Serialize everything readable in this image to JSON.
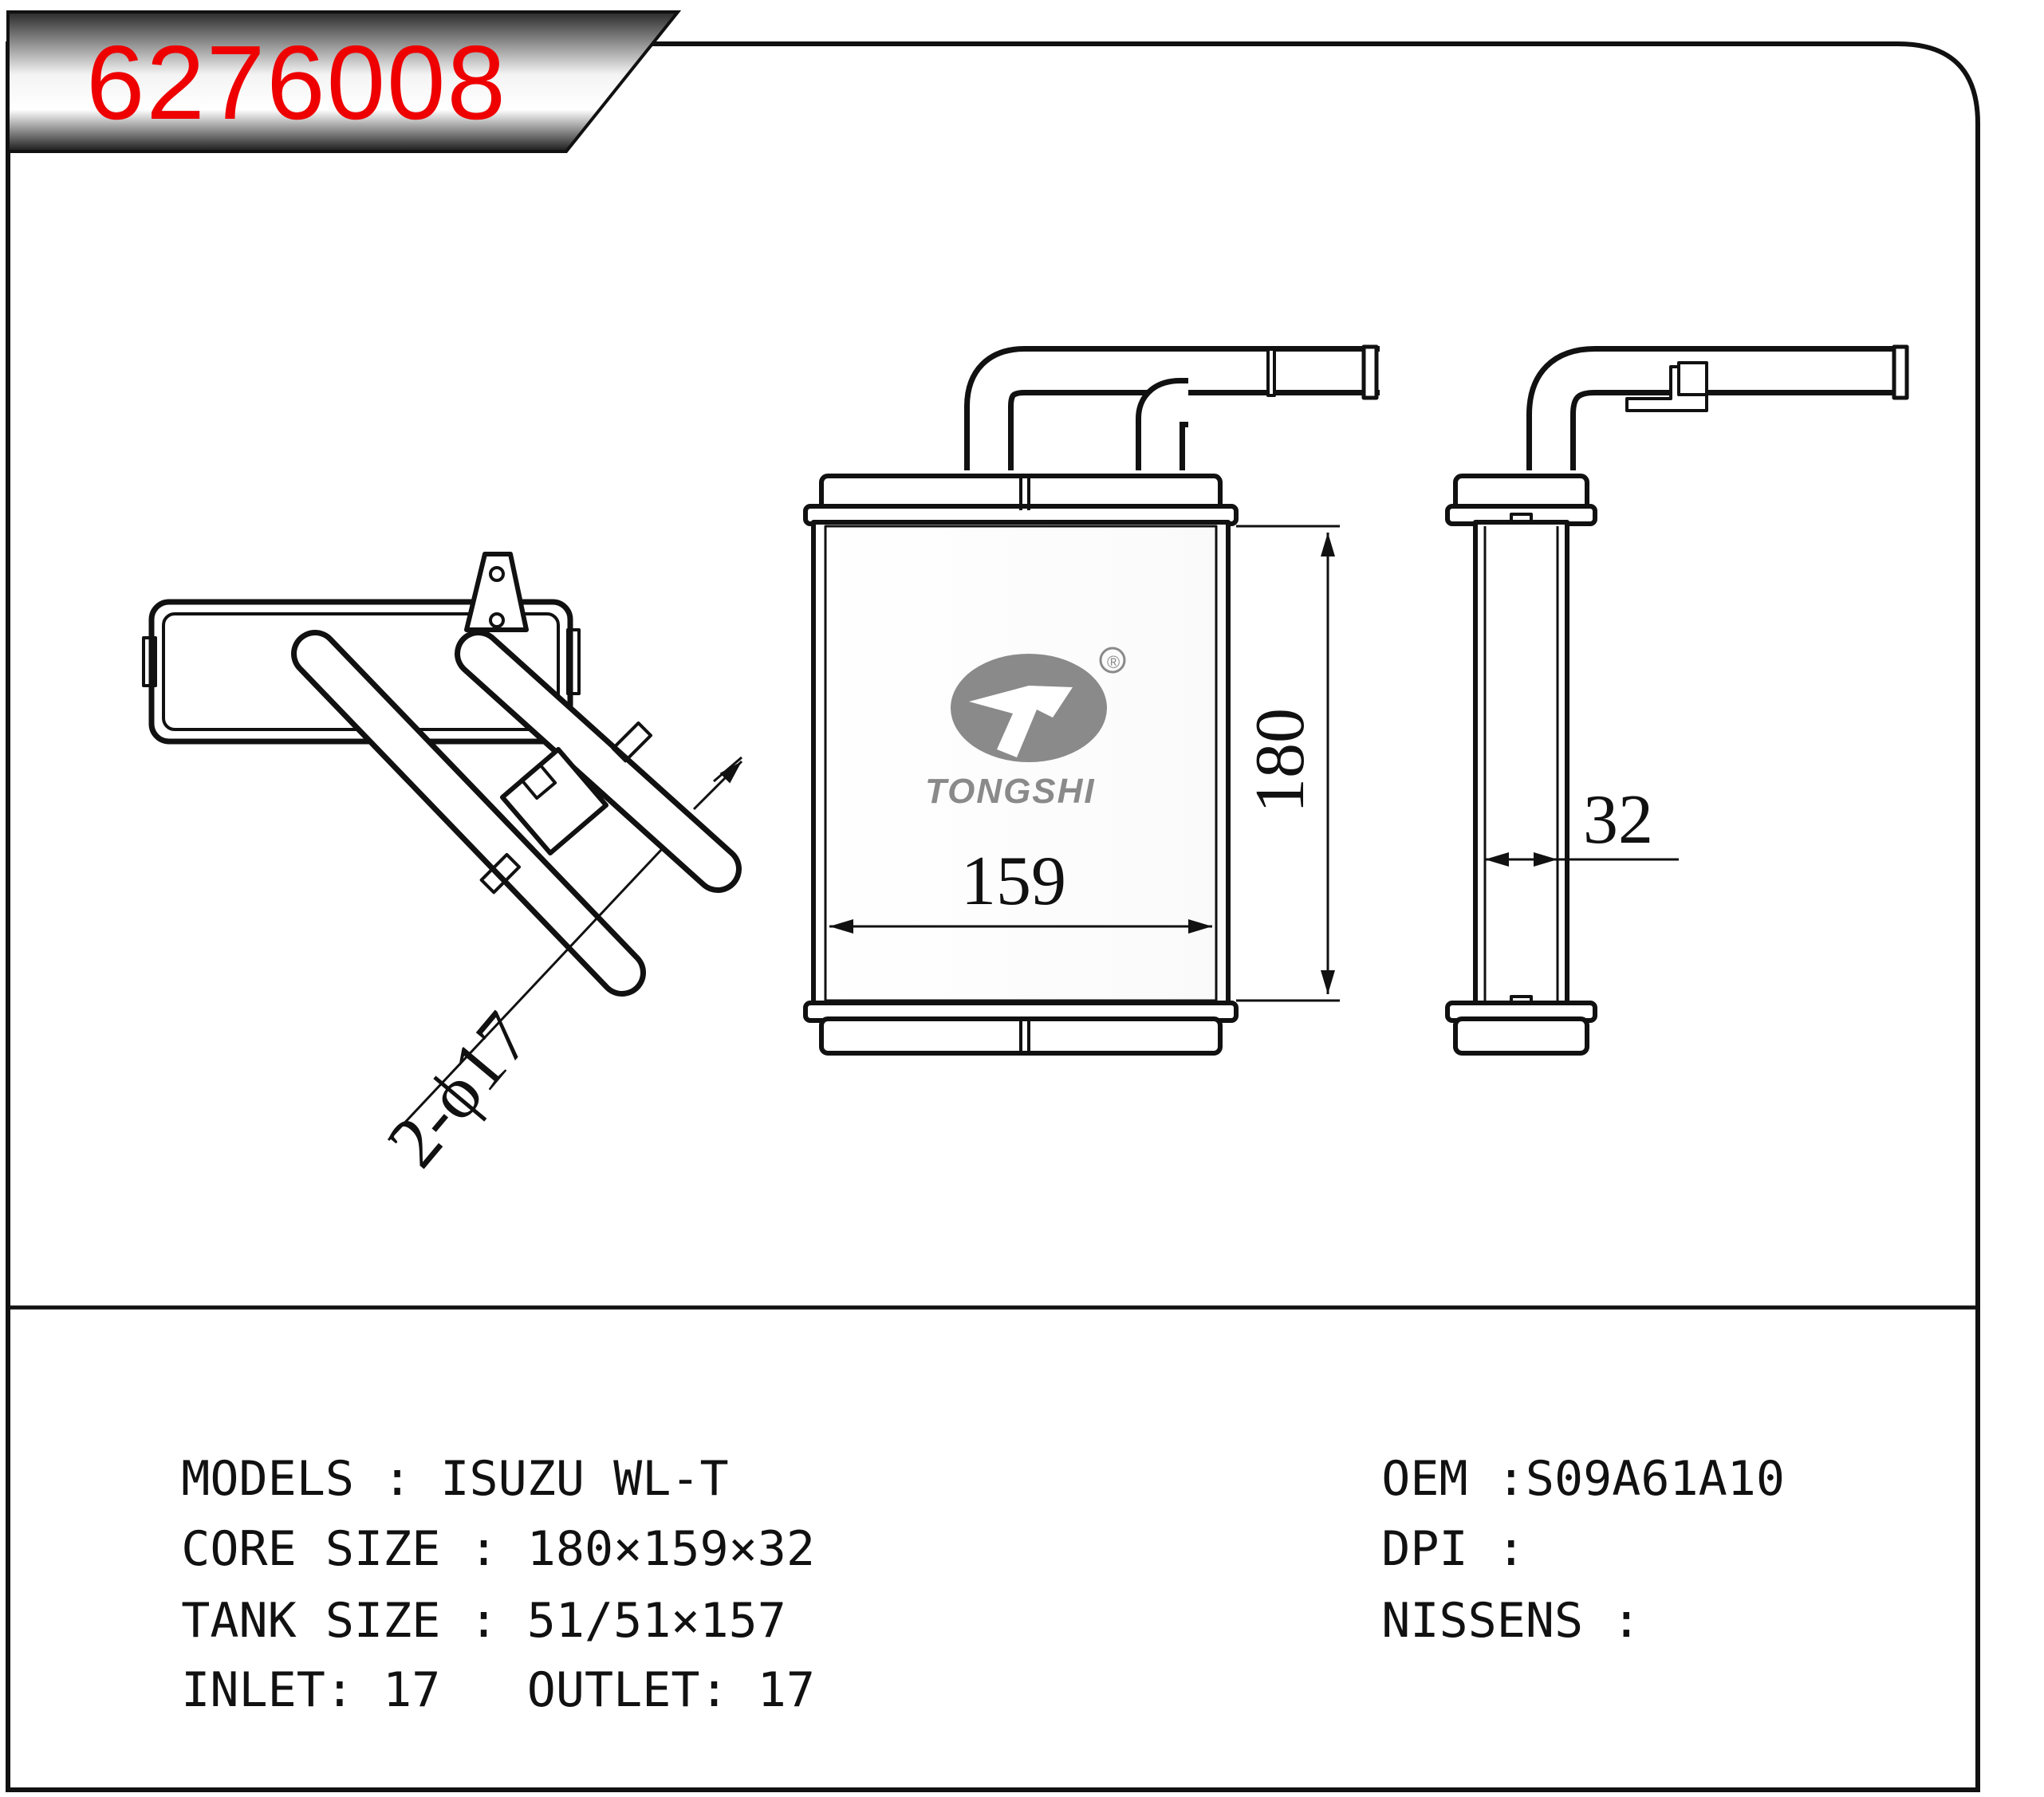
{
  "part_number": "6276008",
  "drawing": {
    "width_dimension": "159",
    "height_dimension": "180",
    "depth_dimension": "32",
    "pipe_dimension": "2-ϕ17",
    "logo_text": "TONGSHI",
    "logo_mark": "®"
  },
  "specs": {
    "models_label": "MODELS : ",
    "models_value": "ISUZU WL-T",
    "core_size_label": "CORE SIZE : ",
    "core_size_value": "180×159×32",
    "tank_size_label": "TANK SIZE : ",
    "tank_size_value": "51/51×157",
    "inlet_label": "INLET: ",
    "inlet_value": "17",
    "outlet_label": "OUTLET: ",
    "outlet_value": "17",
    "oem_label": "OEM :",
    "oem_value": "S09A61A10",
    "dpi_label": "DPI :",
    "dpi_value": "",
    "nissens_label": "NISSENS :",
    "nissens_value": ""
  },
  "colors": {
    "part_number": "#ee0000",
    "lines": "#111111",
    "logo": "#8a8a8a"
  }
}
